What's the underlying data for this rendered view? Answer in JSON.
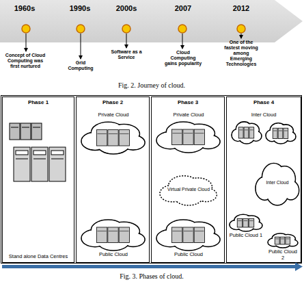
{
  "diagram": {
    "nodes": [
      {
        "text": [
          "Phase 1",
          "Stand alone Data Centres"
        ]
      },
      {
        "text": [
          "Phase 2"
        ]
      },
      {
        "text": [
          "Private Cloud"
        ],
        "in": 1
      },
      {
        "text": [
          "Public Cloud"
        ],
        "in": 1
      },
      {
        "text": [
          "Phase 3"
        ]
      },
      {
        "text": [
          "Private Cloud"
        ],
        "in": 4
      },
      {
        "text": [
          "Virtual Private Cloud"
        ],
        "in": 4
      },
      {
        "text": [
          "Public Cloud"
        ],
        "in": 4
      },
      {
        "text": [
          "Phase 4"
        ]
      },
      {
        "text": [
          "Inter Cloud"
        ],
        "in": 8
      },
      {
        "text": [
          "Inter Cloud"
        ],
        "in": 8
      },
      {
        "text": [
          "Public Cloud 1"
        ],
        "in": 8
      },
      {
        "text": [
          "Public Cloud 2"
        ],
        "in": 8
      }
    ],
    "labels": [
      "1960s",
      "1990s",
      "2000s",
      "2007",
      "2012",
      "Concept of Cloud Computing was first nurtured",
      "Grid Computing",
      "Software as a Service",
      "Cloud Computing gains popularity",
      "One of the fastest moving among Emerging Technologies",
      "Fig. 2. Journey of cloud.",
      "Fig. 3. Phases of cloud."
    ]
  }
}
